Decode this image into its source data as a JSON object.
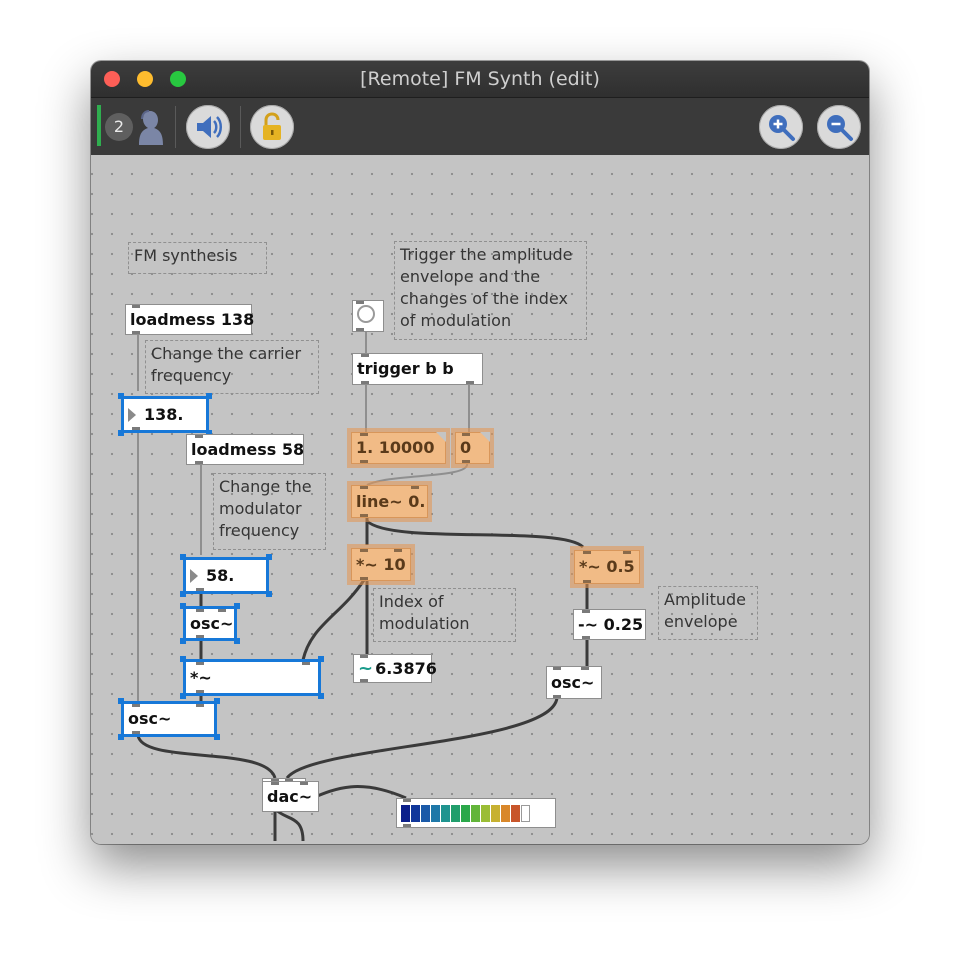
{
  "window": {
    "title": "[Remote] FM Synth (edit)",
    "colors": {
      "titlebar": "#333333",
      "canvas": "#c4c4c4",
      "selection": "#1778d8",
      "highlight": "#f1bb86"
    }
  },
  "toolbar": {
    "user_count": "2",
    "icons": [
      "users-icon",
      "speaker-icon",
      "lock-icon",
      "zoom-in-icon",
      "zoom-out-icon"
    ]
  },
  "patch": {
    "comments": {
      "fm_synthesis": "FM synthesis",
      "trigger": [
        "Trigger the amplitude",
        "envelope and the",
        "changes of the index",
        "of modulation"
      ],
      "carrier": [
        "Change the carrier",
        "frequency"
      ],
      "modulator": [
        "Change the",
        "modulator",
        "frequency"
      ],
      "index": [
        "Index of",
        "modulation"
      ],
      "amplitude": [
        "Amplitude",
        "envelope"
      ]
    },
    "objects": {
      "loadmess_138": "loadmess 138",
      "number_138": "138.",
      "loadmess_58": "loadmess 58",
      "number_58": "58.",
      "osc_modulator": "osc~",
      "mul_modulator": "*~",
      "osc_carrier": "osc~",
      "trigger": "trigger b b",
      "msg_ramp": "1. 10000",
      "msg_zero": "0",
      "line": "line~ 0.",
      "mul_index": "*~ 10",
      "signal_readout": "6.3876",
      "mul_amp": "*~ 0.5",
      "sub_amp": "-~ 0.25",
      "osc_amp": "osc~",
      "mul_out": "*~",
      "dac": "dac~"
    },
    "meter_level": 0.92,
    "meter_colors": [
      "#0b1f8a",
      "#10379a",
      "#1a5aa8",
      "#1e78a8",
      "#1f948f",
      "#219e6c",
      "#2ba84a",
      "#63b53a",
      "#9bbd35",
      "#c7b131",
      "#d9872a",
      "#c8552a",
      "#ffffff"
    ]
  }
}
